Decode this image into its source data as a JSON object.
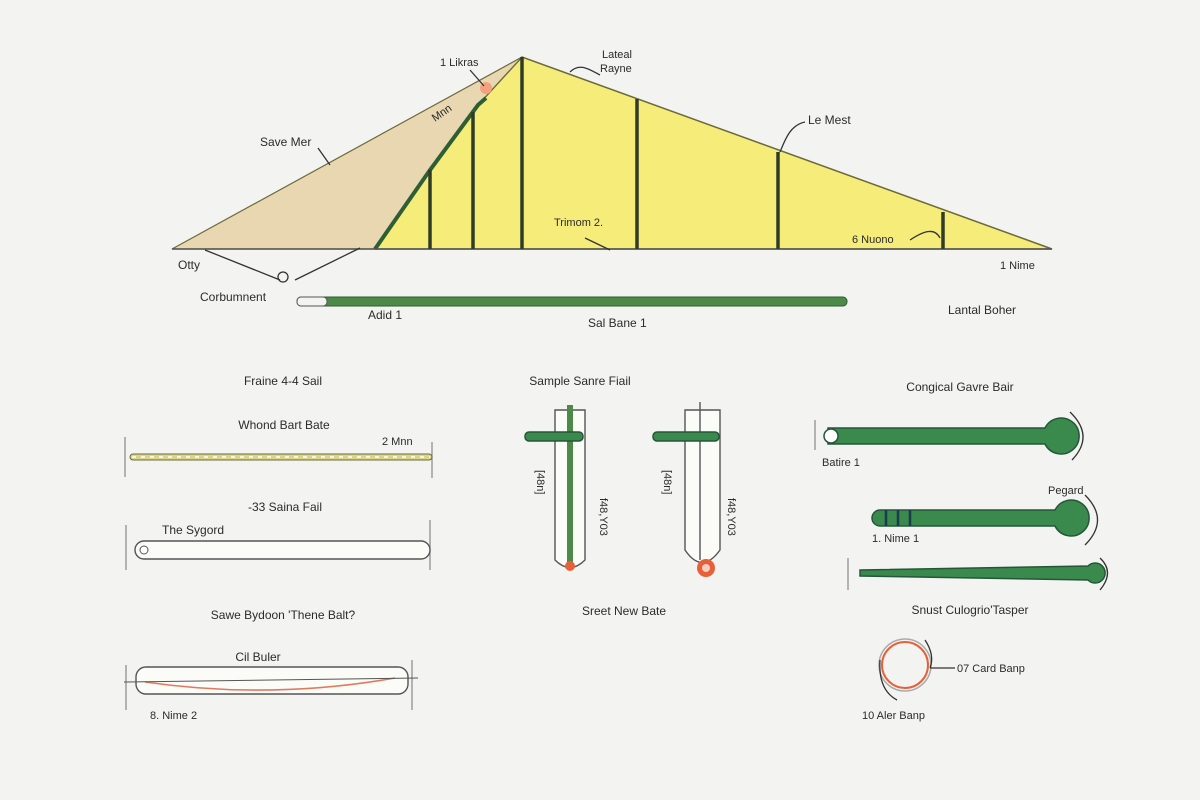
{
  "sail": {
    "labels": {
      "top_left": "1 Likras",
      "top_right_1": "Lateal",
      "top_right_2": "Rayne",
      "luff": "Save Mer",
      "inner": "Mnn",
      "leech": "Le Mest",
      "middle": "Trimom 2.",
      "right_batten": "6 Nuono",
      "tack": "Otty",
      "clew": "1 Nime",
      "connector": "Corbumnent",
      "batten_start": "Adid 1",
      "batten_name": "Sal Bane 1",
      "side_note": "Lantal Boher"
    }
  },
  "left_panel": {
    "title": "Fraine 4-4 Sail",
    "item1_title": "Whond Bart Bate",
    "item1_dim": "2 Mnn",
    "item2_title": "-33 Saina Fail",
    "item2_label": "The Sygord",
    "item3_title": "Sawe Bydoon 'Thene Balt?",
    "item3_label": "Cil Buler",
    "item3_note": "8. Nime 2"
  },
  "middle_panel": {
    "title": "Sample Sanre Fiail",
    "tube1_a": "[48n]",
    "tube1_b": "f48,Y03",
    "tube2_a": "[48n]",
    "tube2_b": "f48,Y03",
    "caption": "Sreet New Bate"
  },
  "right_panel": {
    "title": "Congical Gavre Bair",
    "bar1_label": "Batire 1",
    "bar2_top": "Pegard",
    "bar2_label": "1. Nime 1",
    "caption": "Snust Culogrio'Tasper",
    "ring_label1": "07 Card Banp",
    "ring_label2": "10 Aler Banp"
  },
  "colors": {
    "sail_yellow": "#f5ec7a",
    "sail_tan": "#e8d7b0",
    "batten_green": "#3a8a4e",
    "accent_orange": "#e8603a"
  }
}
